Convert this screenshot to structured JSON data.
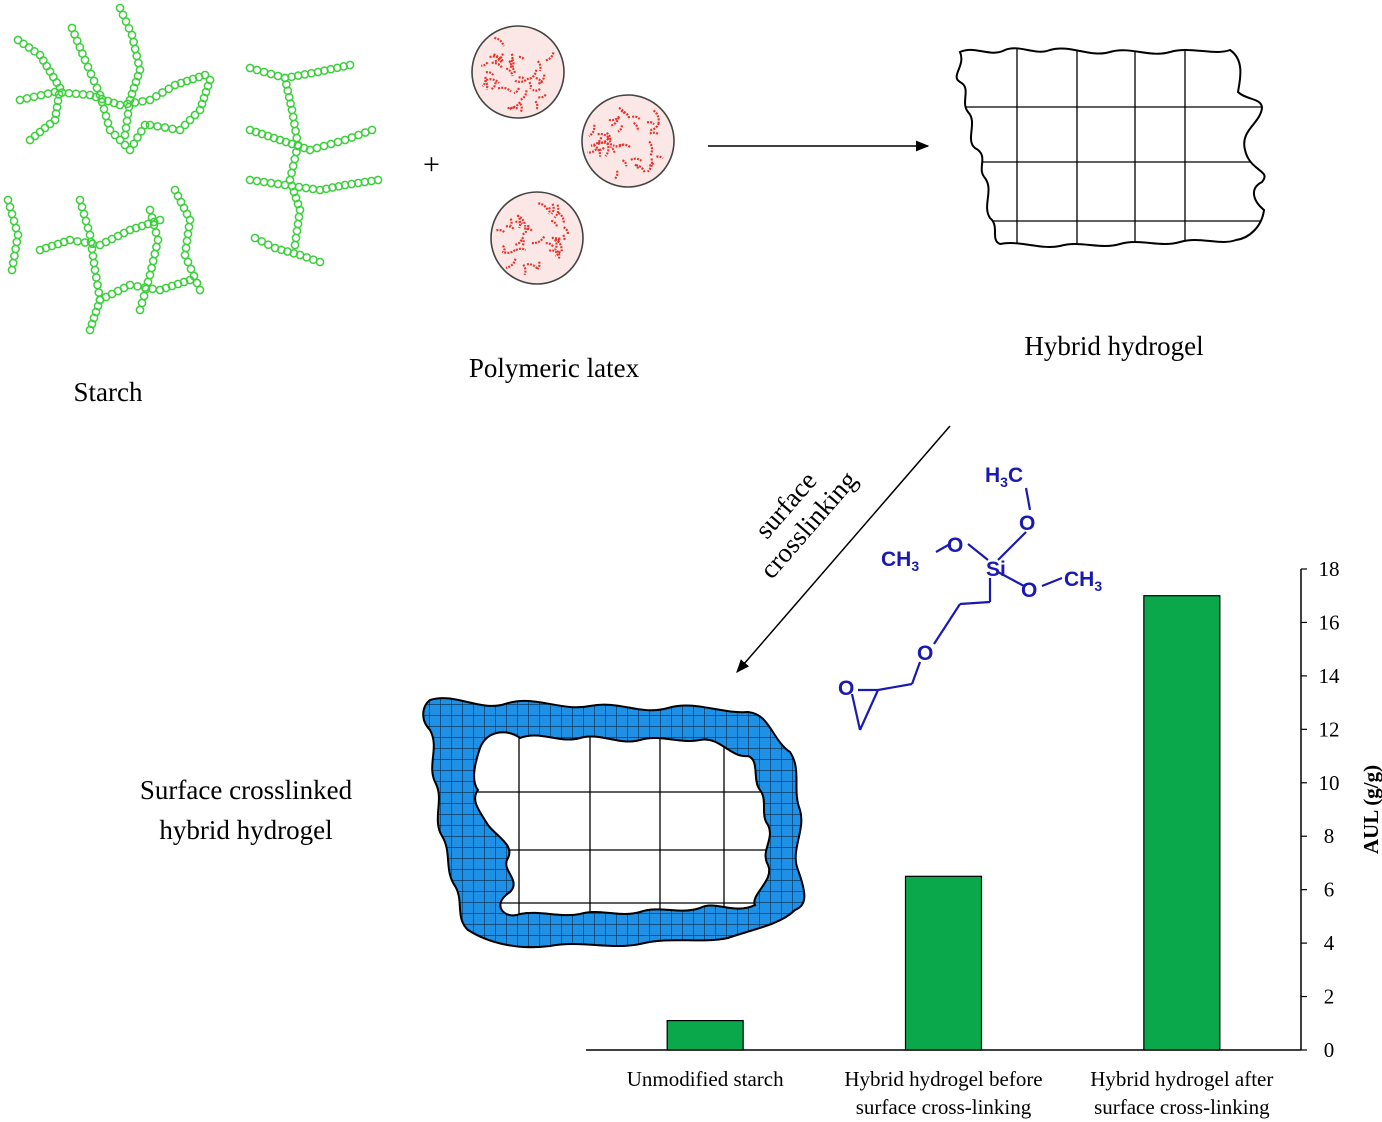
{
  "labels": {
    "starch": "Starch",
    "latex": "Polymeric latex",
    "hybrid": "Hybrid hydrogel",
    "plus": "+",
    "arrow_line1": "surface",
    "arrow_line2": "crosslinking",
    "surface_line1": "Surface crosslinked",
    "surface_line2": "hybrid hydrogel"
  },
  "molecule": {
    "h3c": "H3C",
    "ch3_left": "CH3",
    "ch3_right": "CH3",
    "si": "Si",
    "o": "O"
  },
  "colors": {
    "starch_green": "#3ccf3c",
    "latex_red": "#e8342c",
    "latex_fill": "#fbe8e6",
    "gel_blue": "#1e90e6",
    "bar_green": "#0aa84a",
    "molecule_blue": "#1a1ab0"
  },
  "chart_data": {
    "type": "bar",
    "categories": [
      [
        "Unmodified starch"
      ],
      [
        "Hybrid hydrogel before",
        "surface cross-linking"
      ],
      [
        "Hybrid hydrogel after",
        "surface cross-linking"
      ]
    ],
    "values": [
      1.1,
      6.5,
      17.0
    ],
    "ylabel": "AUL (g/g)",
    "ylim": [
      0,
      18
    ],
    "yticks": [
      0,
      2,
      4,
      6,
      8,
      10,
      12,
      14,
      16,
      18
    ],
    "y_axis_side": "right",
    "grid": false
  }
}
